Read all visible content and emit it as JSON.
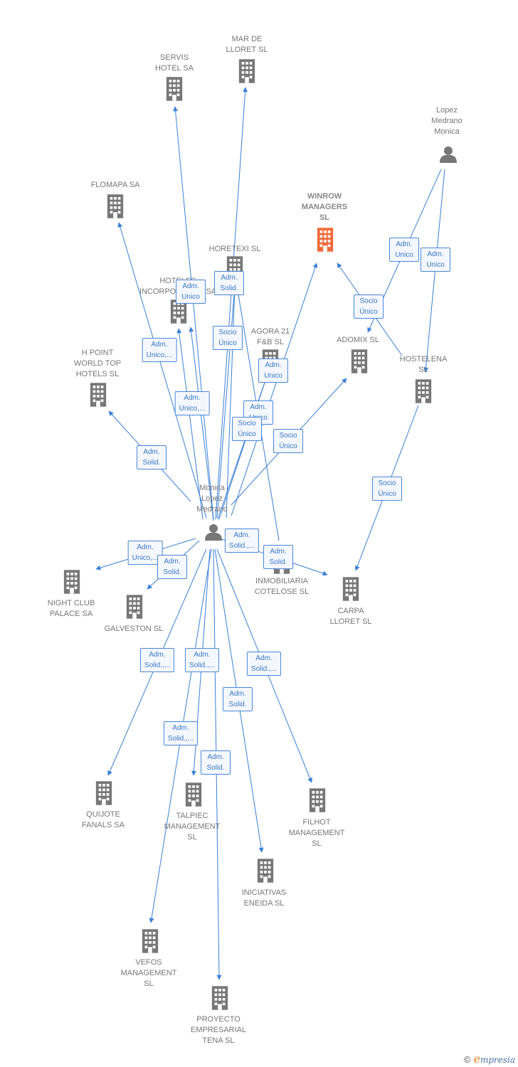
{
  "colors": {
    "edge": "#3a7fd8",
    "company": "#777777",
    "highlight": "#f26a3a",
    "person": "#777777"
  },
  "nodes": [
    {
      "id": "servis",
      "label": "SERVIS\nHOTEL SA",
      "icon": "building-icon"
    },
    {
      "id": "mar",
      "label": "MAR DE\nLLORET SL",
      "icon": "building-icon"
    },
    {
      "id": "lopez",
      "label": "Lopez\nMedrano\nMonica",
      "icon": "person-icon"
    },
    {
      "id": "flomapa",
      "label": "FLOMAPA SA",
      "icon": "building-icon"
    },
    {
      "id": "winrow",
      "label": "WINROW\nMANAGERS\nSL",
      "icon": "building-icon",
      "highlight": true
    },
    {
      "id": "horetexi",
      "label": "HORETEXI SL",
      "icon": "building-icon"
    },
    {
      "id": "hoteles",
      "label": "HOTELES\nINCORPORADOS SA",
      "icon": "building-icon"
    },
    {
      "id": "agora",
      "label": "AGORA 21\nF&B  SL",
      "icon": "building-icon"
    },
    {
      "id": "adomix",
      "label": "ADOMIX SL",
      "icon": "building-icon"
    },
    {
      "id": "hostelena",
      "label": "HOSTELENA\nSL",
      "icon": "building-icon"
    },
    {
      "id": "hpoint",
      "label": "H POINT\nWORLD TOP\nHOTELS  SL",
      "icon": "building-icon"
    },
    {
      "id": "monica",
      "label": "Monica\nLopez\nMedrano",
      "icon": "person-icon"
    },
    {
      "id": "nightclub",
      "label": "NIGHT CLUB\nPALACE SA",
      "icon": "building-icon"
    },
    {
      "id": "galveston",
      "label": "GALVESTON SL",
      "icon": "building-icon"
    },
    {
      "id": "cotelose",
      "label": "INMOBILIARIA\nCOTELOSE SL",
      "icon": "building-icon"
    },
    {
      "id": "carpa",
      "label": "CARPA\nLLORET  SL",
      "icon": "building-icon"
    },
    {
      "id": "quijote",
      "label": "QUIJOTE\nFANALS SA",
      "icon": "building-icon"
    },
    {
      "id": "talpiec",
      "label": "TALPIEC\nMANAGEMENT\nSL",
      "icon": "building-icon"
    },
    {
      "id": "filhot",
      "label": "FILHOT\nMANAGEMENT\nSL",
      "icon": "building-icon"
    },
    {
      "id": "iniciativas",
      "label": "INICIATIVAS\nENEIDA SL",
      "icon": "building-icon"
    },
    {
      "id": "vefos",
      "label": "VEFOS\nMANAGEMENT\nSL",
      "icon": "building-icon"
    },
    {
      "id": "proyecto",
      "label": "PROYECTO\nEMPRESARIAL\nTENA SL",
      "icon": "building-icon"
    }
  ],
  "edges": [
    {
      "from": "monica",
      "to": "servis",
      "label": ""
    },
    {
      "from": "monica",
      "to": "mar",
      "label": ""
    },
    {
      "from": "monica",
      "to": "flomapa",
      "label": "Adm.\nUnico,..."
    },
    {
      "from": "monica",
      "to": "winrow",
      "label": "Adm.\nUnico"
    },
    {
      "from": "monica",
      "to": "horetexi",
      "label": "Adm.\nSolid."
    },
    {
      "from": "monica",
      "to": "hoteles",
      "label": "Adm.\nUnico,..."
    },
    {
      "from": "monica",
      "to": "agora",
      "label": "Socio\nÚnico"
    },
    {
      "from": "monica",
      "to": "adomix",
      "label": "Socio\nÚnico"
    },
    {
      "from": "monica",
      "to": "hpoint",
      "label": "Adm.\nSolid."
    },
    {
      "from": "lopez",
      "to": "adomix",
      "label": "Adm.\nUnico"
    },
    {
      "from": "lopez",
      "to": "hostelena",
      "label": "Adm.\nUnico"
    },
    {
      "from": "hostelena",
      "to": "winrow",
      "label": "Socio\nÚnico"
    },
    {
      "from": "hostelena",
      "to": "carpa",
      "label": "Socio\nÚnico"
    },
    {
      "from": "monica",
      "to": "nightclub",
      "label": "Adm.\nUnico,..."
    },
    {
      "from": "monica",
      "to": "galveston",
      "label": "Adm.\nSolid."
    },
    {
      "from": "monica",
      "to": "carpa",
      "label": "Adm.\nSolid.,..."
    },
    {
      "from": "cotelose",
      "to": "horetexi",
      "label": "Adm.\nSolid."
    },
    {
      "from": "monica",
      "to": "quijote",
      "label": "Adm.\nSolid.,..."
    },
    {
      "from": "monica",
      "to": "talpiec",
      "label": "Adm.\nSolid.,..."
    },
    {
      "from": "monica",
      "to": "filhot",
      "label": "Adm.\nSolid.,..."
    },
    {
      "from": "monica",
      "to": "iniciativas",
      "label": "Adm.\nSolid."
    },
    {
      "from": "monica",
      "to": "vefos",
      "label": "Adm.\nSolid.,..."
    },
    {
      "from": "monica",
      "to": "proyecto",
      "label": "Adm.\nSolid."
    },
    {
      "from": "monica",
      "to": "servis",
      "label": "Adm.\nUnico"
    },
    {
      "from": "monica",
      "to": "agora",
      "label": "Adm.\nUnico"
    },
    {
      "from": "monica",
      "to": "winrow",
      "label": "Socio\nÚnico"
    }
  ],
  "footer": {
    "copyright": "©",
    "brand_first": "e",
    "brand_rest": "mpresia"
  }
}
